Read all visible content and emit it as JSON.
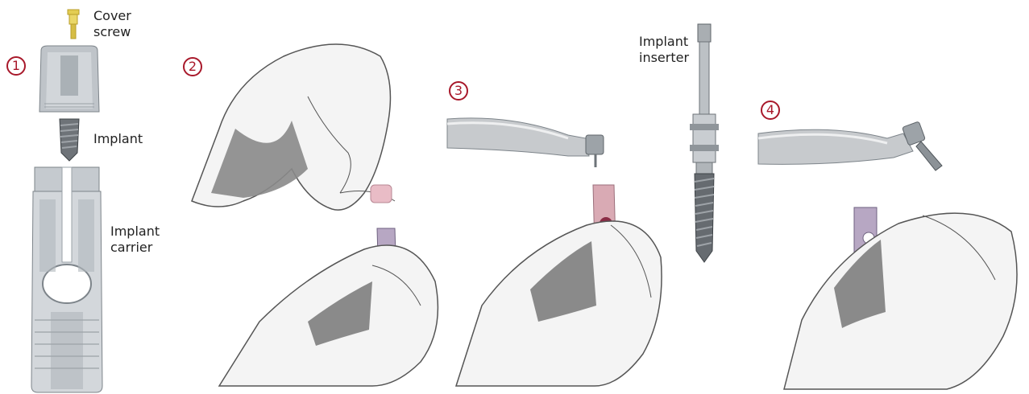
{
  "labels": {
    "cover_screw": "Cover\nscrew",
    "implant": "Implant",
    "implant_carrier": "Implant\ncarrier",
    "implant_inserter": "Implant\ninserter"
  },
  "steps": [
    "1",
    "2",
    "3",
    "4"
  ],
  "colors": {
    "step_ring": "#a8182a",
    "hand_shadow": "#8a8a8a",
    "metal": "#b9bcc0",
    "carrier_pink": "#d9aab4",
    "carrier_purple": "#b7a7c3",
    "cover_screw_gold": "#e3cd52"
  },
  "icons": [
    "cover-screw-illustration",
    "cap-illustration",
    "implant-illustration",
    "implant-carrier-illustration",
    "hand-illustration",
    "handpiece-illustration",
    "implant-inserter-illustration"
  ]
}
